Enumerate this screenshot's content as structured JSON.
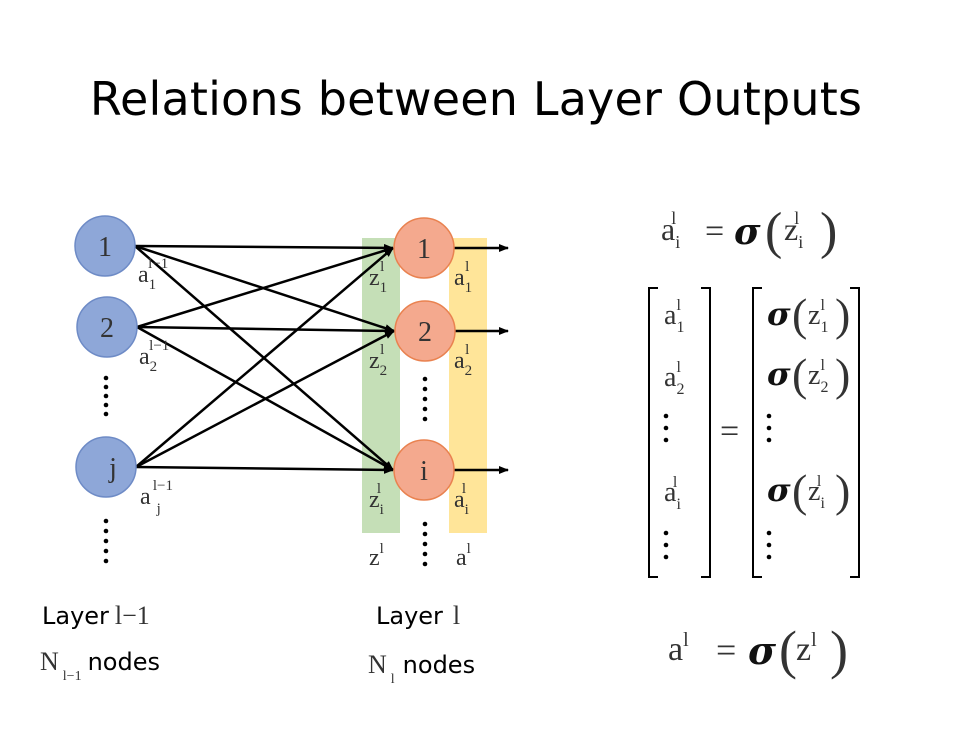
{
  "slide": {
    "title": "Relations between Layer Outputs"
  },
  "colors": {
    "input_node_fill": "#8EA7D8",
    "input_node_stroke": "#6E8BC6",
    "output_node_fill": "#F4A98E",
    "output_node_stroke": "#E98250",
    "z_band": "#C5DFB7",
    "a_band": "#FFE599",
    "edge": "#000000"
  },
  "layer_prev": {
    "label_word": "Layer",
    "label_math": "l−1",
    "count_symbol": "N",
    "count_sub": "l−1",
    "count_word": "nodes",
    "nodes": [
      {
        "id": "1",
        "out_base": "a",
        "out_sub": "1",
        "out_sup": "l−1"
      },
      {
        "id": "2",
        "out_base": "a",
        "out_sub": "2",
        "out_sup": "l−1"
      },
      {
        "id": "j",
        "out_base": "a",
        "out_sub": "j",
        "out_sup": "l−1"
      }
    ]
  },
  "layer_cur": {
    "label_word": "Layer",
    "label_math": "l",
    "count_symbol": "N",
    "count_sub": "l",
    "count_word": "nodes",
    "nodes": [
      {
        "id": "1",
        "z_sub": "1",
        "a_sub": "1",
        "sup": "l"
      },
      {
        "id": "2",
        "z_sub": "2",
        "a_sub": "2",
        "sup": "l"
      },
      {
        "id": "i",
        "z_sub": "i",
        "a_sub": "i",
        "sup": "l"
      }
    ],
    "z_vector": {
      "base": "z",
      "sup": "l"
    },
    "a_vector": {
      "base": "a",
      "sup": "l"
    }
  },
  "equations": {
    "scalar": {
      "lhs_base": "a",
      "lhs_sub": "i",
      "lhs_sup": "l",
      "eq": "=",
      "fn": "σ",
      "arg_base": "z",
      "arg_sub": "i",
      "arg_sup": "l"
    },
    "matrix": {
      "eq": "=",
      "fn": "σ",
      "rows": [
        {
          "lhs_sub": "1",
          "rhs_sub": "1",
          "type": "entry"
        },
        {
          "lhs_sub": "2",
          "rhs_sub": "2",
          "type": "entry"
        },
        {
          "type": "vdots"
        },
        {
          "lhs_sub": "i",
          "rhs_sub": "i",
          "type": "entry"
        },
        {
          "type": "vdots"
        }
      ],
      "sup": "l"
    },
    "vector": {
      "lhs_base": "a",
      "lhs_sup": "l",
      "eq": "=",
      "fn": "σ",
      "arg_base": "z",
      "arg_sup": "l"
    }
  }
}
